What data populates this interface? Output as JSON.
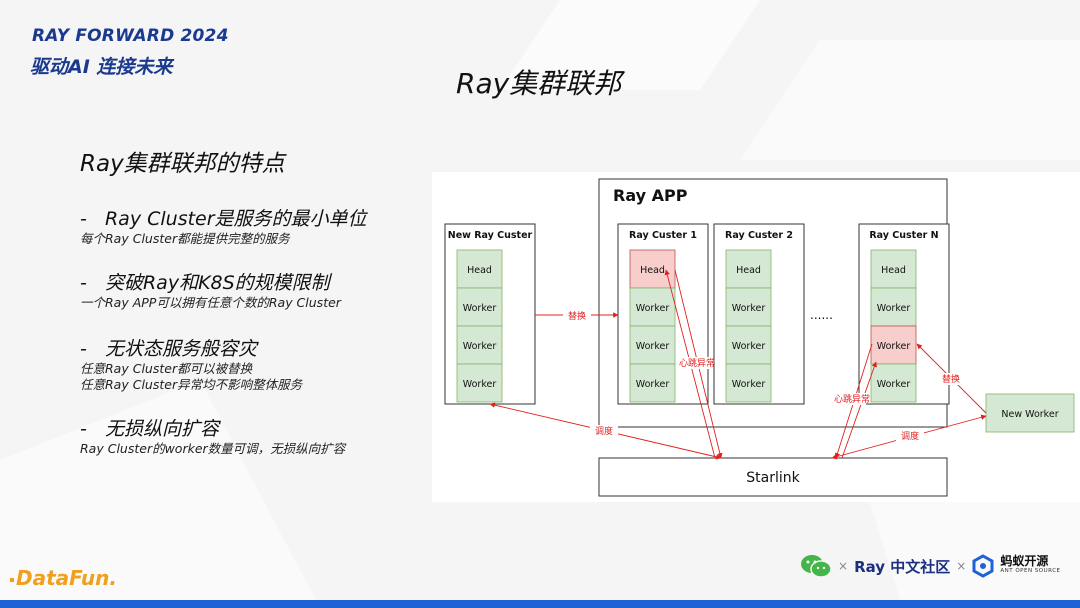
{
  "header": {
    "event_title": "RAY FORWARD 2024",
    "event_subtitle": "驱动AI 连接未来"
  },
  "page_title": "Ray集群联邦",
  "section_title": "Ray集群联邦的特点",
  "bullets": [
    {
      "heading": "-   Ray Cluster是服务的最小单位",
      "desc": [
        "每个Ray Cluster都能提供完整的服务"
      ]
    },
    {
      "heading": "-   突破Ray和K8S的规模限制",
      "desc": [
        "一个Ray APP可以拥有任意个数的Ray Cluster"
      ]
    },
    {
      "heading": "-   无状态服务般容灾",
      "desc": [
        "任意Ray Cluster都可以被替换",
        "任意Ray Cluster异常均不影响整体服务"
      ]
    },
    {
      "heading": "-   无损纵向扩容",
      "desc": [
        "Ray Cluster的worker数量可调，无损纵向扩容"
      ]
    }
  ],
  "diagram": {
    "app_label": "Ray APP",
    "new_cluster_label": "New Ray Custer",
    "clusters": [
      {
        "label": "Ray Custer 1",
        "nodes": [
          "Head",
          "Worker",
          "Worker",
          "Worker"
        ],
        "failed": [
          0
        ]
      },
      {
        "label": "Ray Custer 2",
        "nodes": [
          "Head",
          "Worker",
          "Worker",
          "Worker"
        ],
        "failed": []
      },
      {
        "label": "Ray Custer N",
        "nodes": [
          "Head",
          "Worker",
          "Worker",
          "Worker"
        ],
        "failed": [
          2
        ]
      }
    ],
    "new_cluster_nodes": [
      "Head",
      "Worker",
      "Worker",
      "Worker"
    ],
    "ellipsis": "......",
    "starlink_label": "Starlink",
    "new_worker_label": "New Worker",
    "edge_labels": {
      "replace_cluster": "替换",
      "heartbeat_1": "心跳异常",
      "heartbeat_n": "心跳异常",
      "replace_worker": "替换",
      "schedule_left": "调度",
      "schedule_right": "调度"
    },
    "colors": {
      "ok_fill": "#d5e8d4",
      "ok_stroke": "#82b366",
      "fail_fill": "#f8cecc",
      "fail_stroke": "#b85450",
      "arrow": "#e02020"
    }
  },
  "footer": {
    "datafun_logo": "DataFun.",
    "times1": "×",
    "ray_community": "Ray 中文社区",
    "times2": "×",
    "ant_cn": "蚂蚁开源",
    "ant_en": "ANT OPEN SOURCE",
    "wechat_icon": "wechat-icon",
    "ant_icon": "ant-open-source-icon"
  }
}
